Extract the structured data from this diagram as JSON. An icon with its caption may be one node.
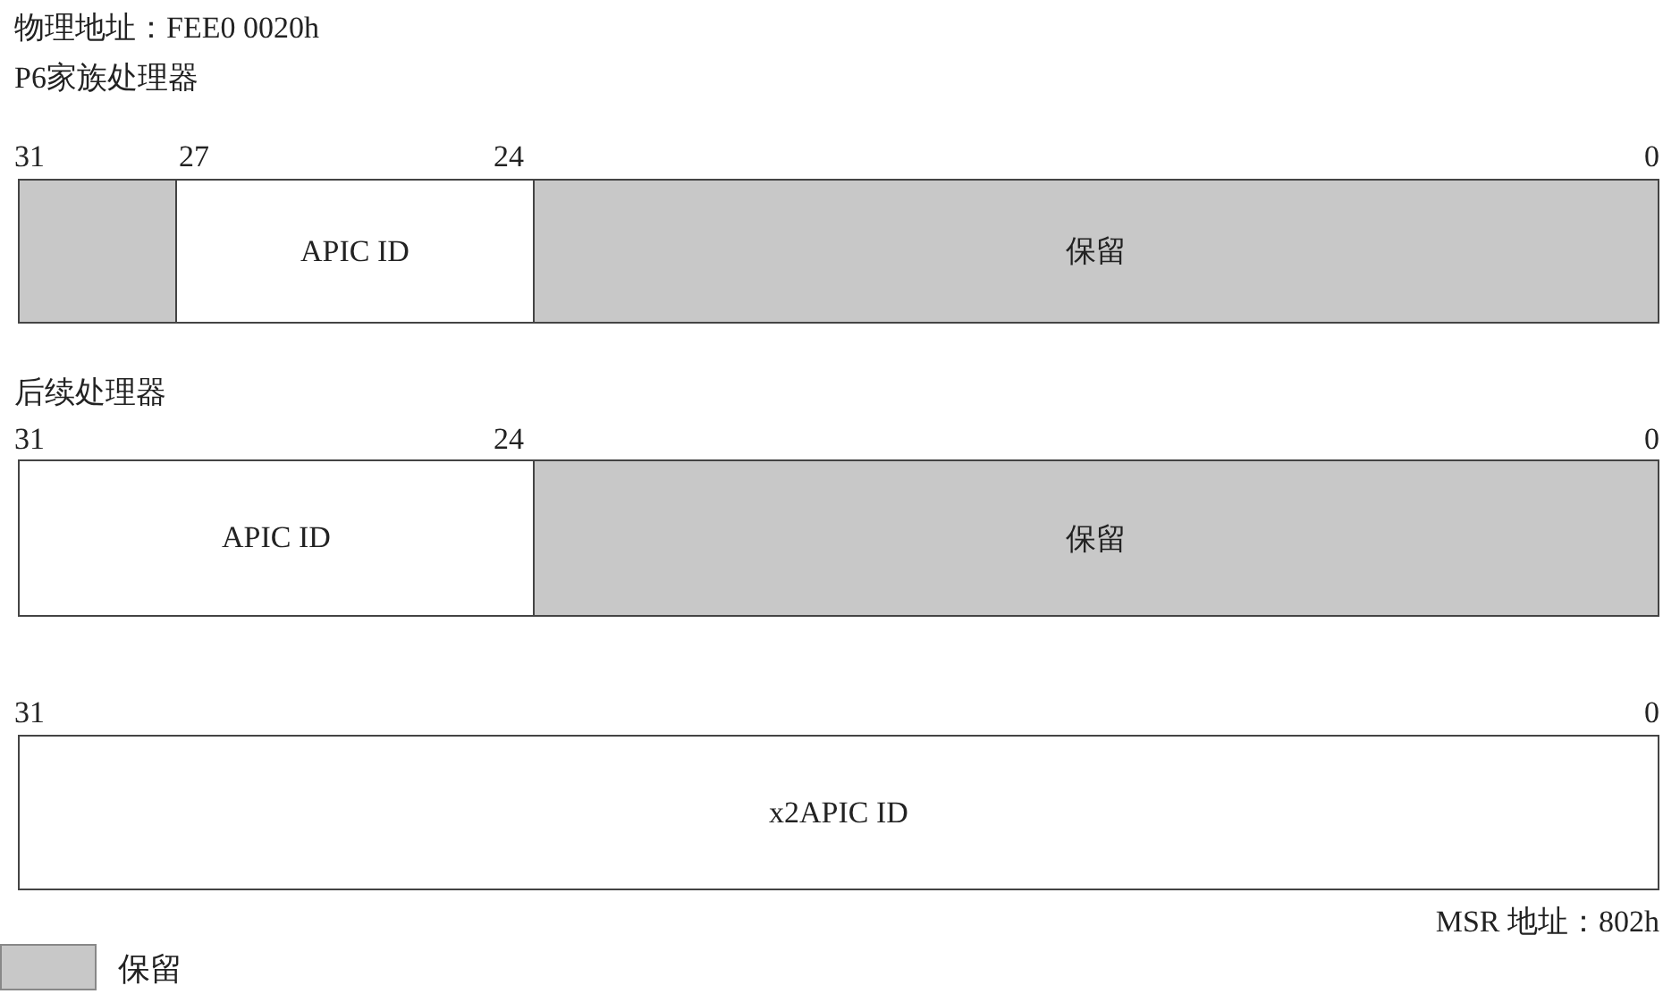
{
  "diagram": {
    "nodes": [
      {
        "text": [],
        "shape": "box"
      },
      {
        "text": [
          "APIC ID"
        ]
      },
      {
        "text": [
          "保留"
        ]
      },
      {
        "text": [
          "APIC ID"
        ]
      },
      {
        "text": [
          "保留"
        ]
      },
      {
        "text": [
          "x2APIC ID"
        ]
      }
    ],
    "edges": [],
    "labels": [
      "物理地址：FEE0 0020h",
      "P6家族处理器",
      "31",
      "27",
      "24",
      "0",
      "后续处理器",
      "31",
      "24",
      "0",
      "31",
      "0",
      "MSR 地址：802h"
    ],
    "legend": [
      {
        "text": "保留",
        "color": "#c8c8c8"
      }
    ]
  }
}
